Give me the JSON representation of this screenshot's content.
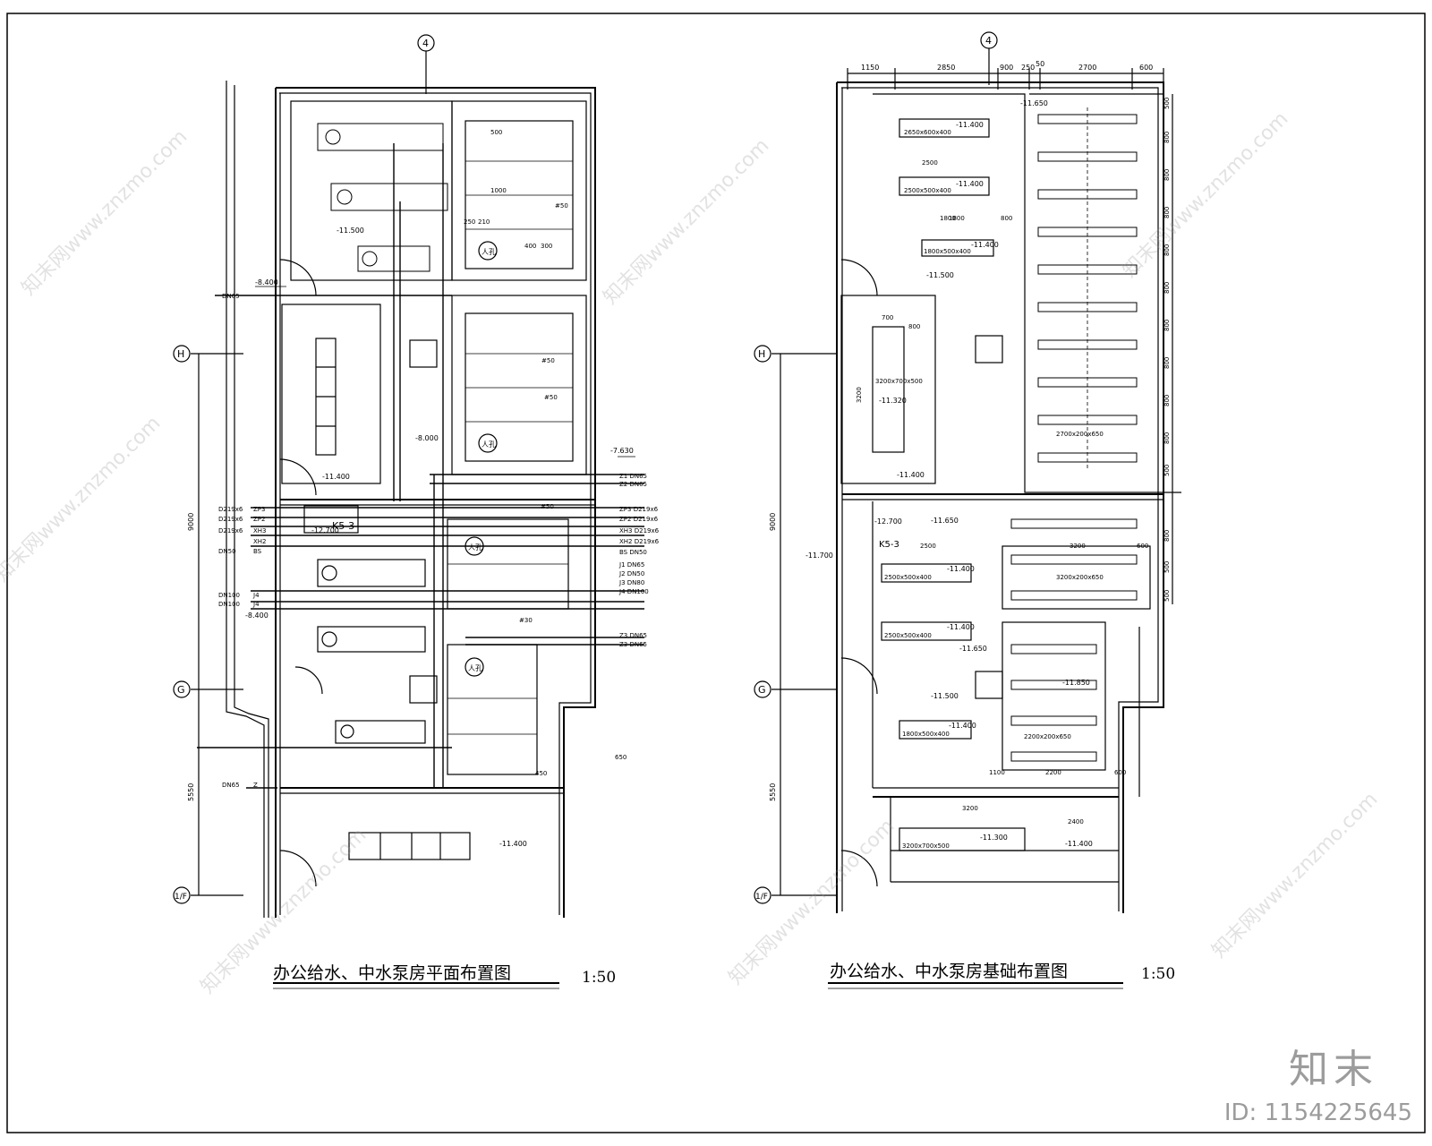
{
  "left_plan": {
    "title": "办公给水、中水泵房平面布置图",
    "scale": "1:50",
    "axis_top": "4",
    "axis_left": [
      "H",
      "G",
      "1/F"
    ],
    "dims_left": [
      "9000",
      "5550"
    ],
    "elevations": [
      "-8.400",
      "-11.500",
      "-11.400",
      "-12.700",
      "-8.000",
      "-7.630",
      "-8.400",
      "-11.400"
    ],
    "pipe_left": [
      "DN65",
      "D219x6",
      "D219x6",
      "D219x6",
      "DN50",
      "DN100",
      "DN100",
      "DN65"
    ],
    "pipe_codes_left": [
      "ZP3",
      "ZP2",
      "XH3",
      "XH2",
      "BS",
      "J4",
      "J4",
      "Z"
    ],
    "pipe_right": [
      "Z1 DN65",
      "Z2 DN65",
      "ZP3 D219x6",
      "ZP2 D219x6",
      "XH3 D219x6",
      "XH2 D219x6",
      "BS DN50",
      "J1 DN65",
      "J2 DN50",
      "J3 DN80",
      "J4 DN100",
      "Z3 DN65",
      "Z3 DN65"
    ],
    "tags": [
      "K5-3",
      "人孔",
      "人孔",
      "人孔",
      "人孔"
    ],
    "dims_misc": [
      "500",
      "1000",
      "250",
      "210",
      "400",
      "300",
      "#50",
      "#50",
      "#50",
      "#30",
      "#50",
      "650",
      "450"
    ]
  },
  "right_plan": {
    "title": "办公给水、中水泵房基础布置图",
    "scale": "1:50",
    "axis_top": "4",
    "axis_left": [
      "H",
      "G",
      "1/F"
    ],
    "dims_top": [
      "1150",
      "2850",
      "900",
      "250",
      "50",
      "2700",
      "600"
    ],
    "dims_left": [
      "9000",
      "5550"
    ],
    "dims_right": [
      "500",
      "800",
      "800",
      "800",
      "800",
      "800",
      "800",
      "800",
      "800",
      "800",
      "500",
      "800",
      "500",
      "500"
    ],
    "elevations": [
      "-11.650",
      "-11.400",
      "-11.400",
      "-11.400",
      "-11.500",
      "-11.320",
      "-11.400",
      "-12.700",
      "-11.650",
      "-11.700",
      "-11.400",
      "-11.400",
      "-11.650",
      "-11.500",
      "-11.400",
      "-11.300",
      "-11.400",
      "-11.850"
    ],
    "base_labels": [
      "2650x600x400",
      "2500x500x400",
      "1800x500x400",
      "3200x700x500",
      "2500x500x400",
      "2500x500x400",
      "1800x500x400",
      "3200x700x500"
    ],
    "tank_labels": [
      "2700x200x650",
      "3200x200x650",
      "2200x200x650"
    ],
    "dims_misc": [
      "2500",
      "1800",
      "800",
      "800",
      "700",
      "3200",
      "2500",
      "3200",
      "600",
      "1100",
      "2200",
      "2400",
      "3200",
      "1800",
      "600",
      "K5-3"
    ]
  },
  "brand": {
    "logo_text": "知末",
    "id_text": "ID: 1154225645",
    "watermark": "知末网www.znzmo.com"
  }
}
